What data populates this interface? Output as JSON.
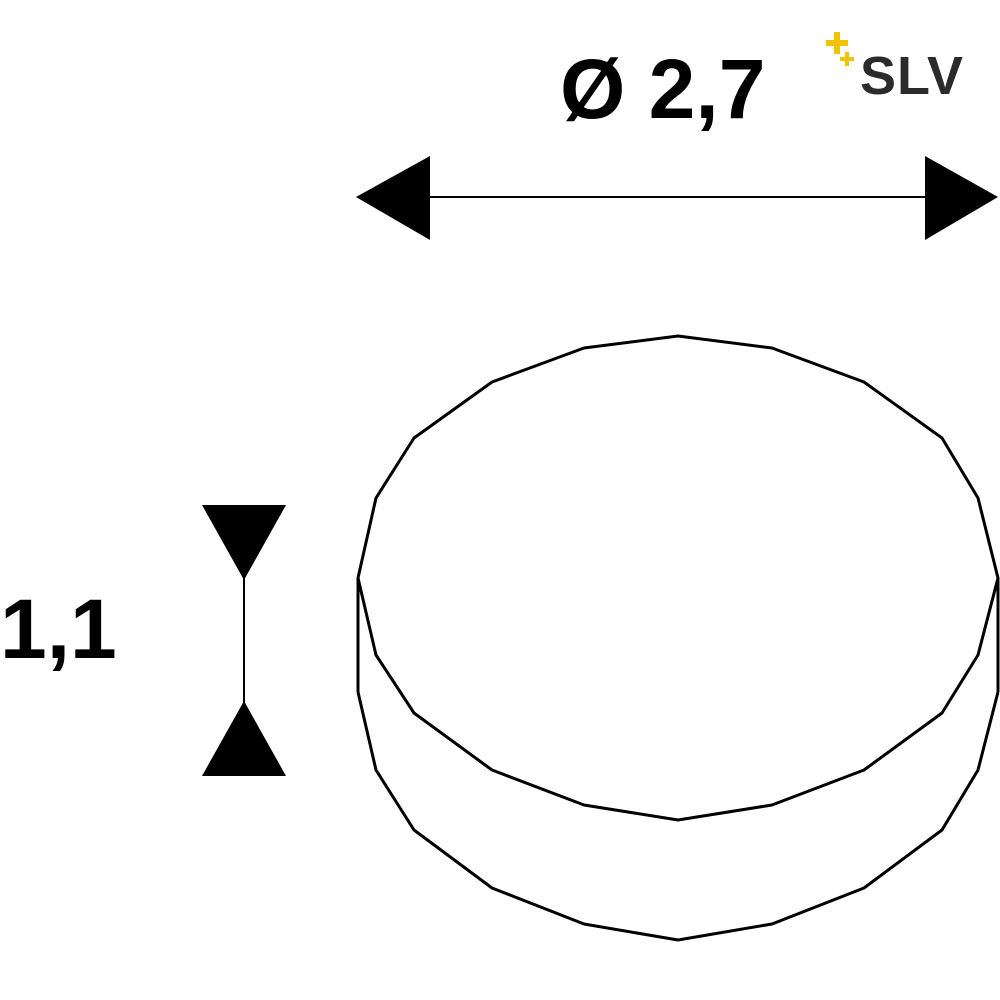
{
  "dimensions": {
    "diameter": "Ø 2,7",
    "height": "1,1"
  },
  "brand": {
    "name": "SLV",
    "text_color": "#2b2b2b",
    "accent_color": "#f2c400",
    "icon": "sparkle-plus-icon"
  },
  "colors": {
    "line": "#000000",
    "background": "#ffffff"
  }
}
